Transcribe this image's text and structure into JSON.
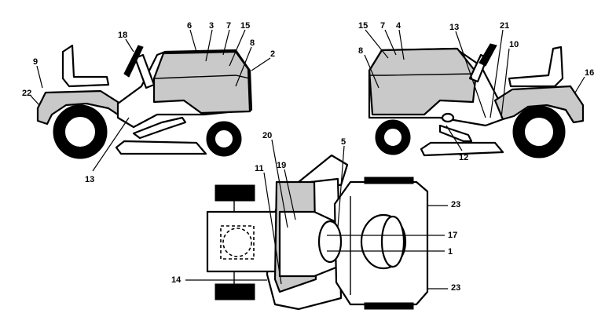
{
  "callouts": {
    "left_view": [
      "9",
      "22",
      "18",
      "6",
      "3",
      "7",
      "15",
      "8",
      "2",
      "13"
    ],
    "right_view": [
      "15",
      "7",
      "4",
      "8",
      "13",
      "21",
      "10",
      "16",
      "12"
    ],
    "top_view": [
      "20",
      "5",
      "19",
      "11",
      "23",
      "17",
      "1",
      "14",
      "23"
    ]
  }
}
